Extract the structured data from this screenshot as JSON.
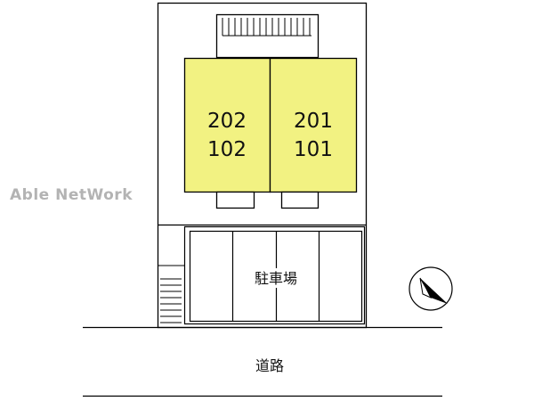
{
  "watermark": "Able NetWork",
  "units": [
    {
      "upper": "202",
      "lower": "102"
    },
    {
      "upper": "201",
      "lower": "101"
    }
  ],
  "parking_label": "駐車場",
  "road_label": "道路",
  "colors": {
    "unit_fill": "#f2f282",
    "line": "#000000",
    "watermark": "#b3b3b3"
  },
  "icons": {
    "north_arrow": "north-arrow-icon",
    "stairs": "stairs-icon"
  }
}
